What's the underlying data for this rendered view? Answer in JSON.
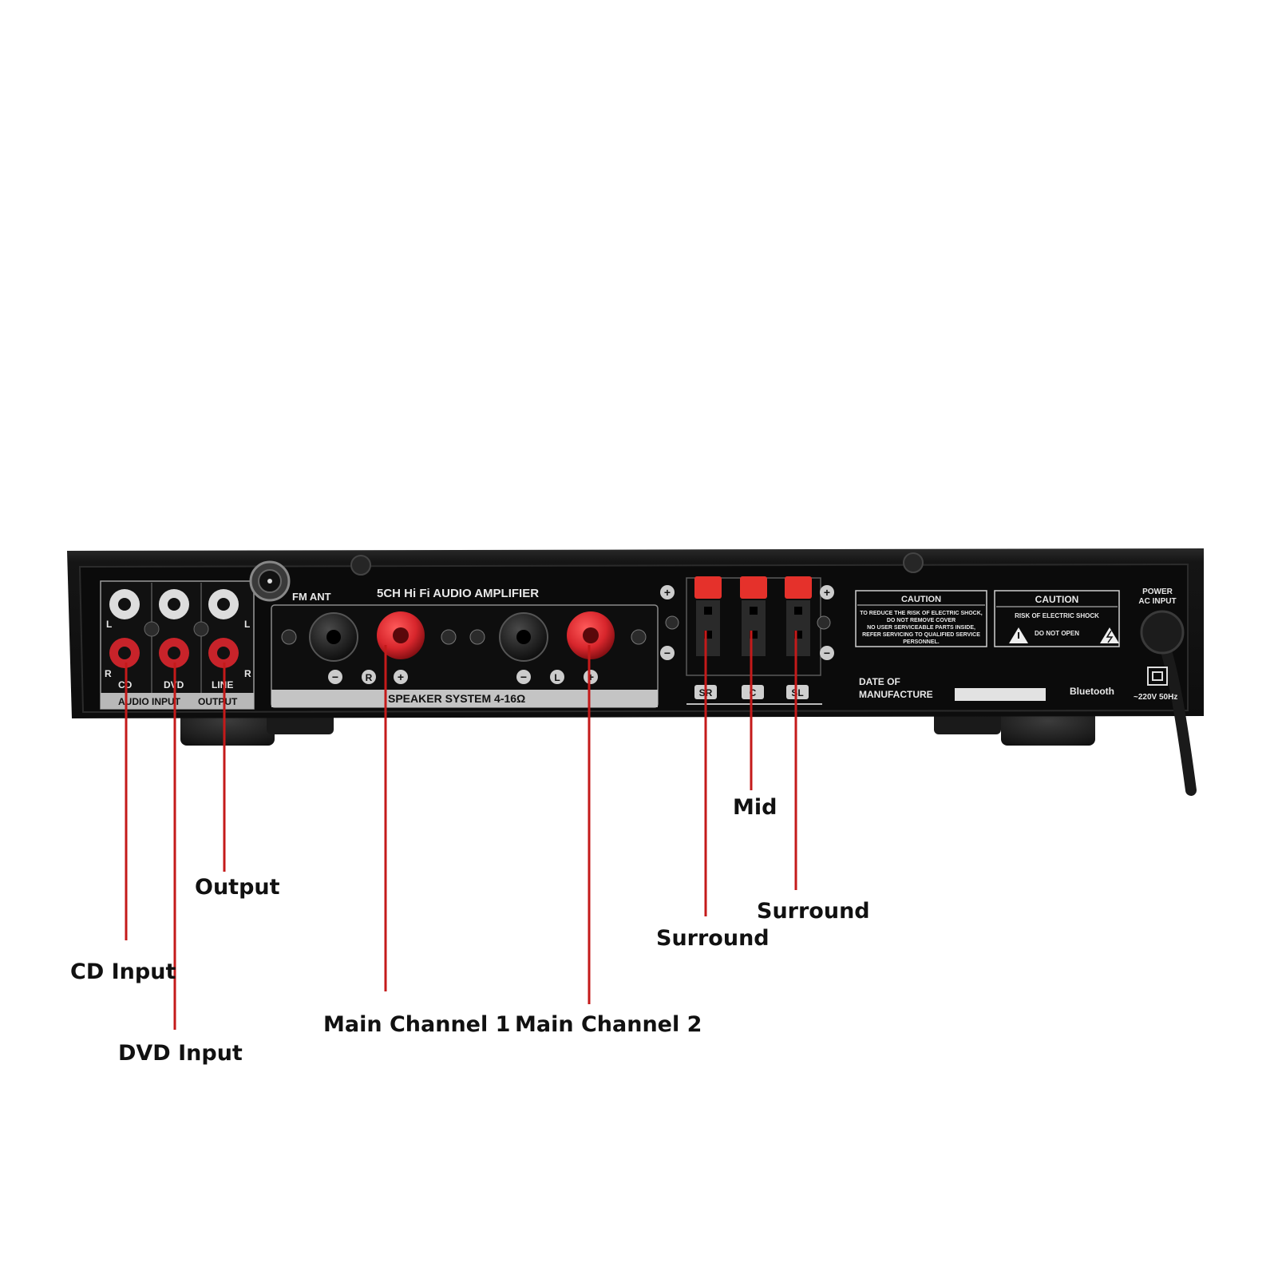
{
  "colors": {
    "chassis": "#161616",
    "panel": "#0b0b0b",
    "leader_line": "#c41a1a",
    "binding_post_red": "#d8262c",
    "spring_clip_red": "#e5312b"
  },
  "amplifier": {
    "model_label": "5CH Hi Fi AUDIO AMPLIFIER",
    "fm_antenna_label": "FM ANT",
    "rca_labels": {
      "left": "L",
      "right": "R",
      "cd": "CD",
      "dvd": "DVD",
      "line": "LINE",
      "audio_input": "AUDIO INPUT",
      "output": "OUTPUT"
    },
    "speaker_system_label": "SPEAKER SYSTEM 4-16Ω",
    "terminal_labels": {
      "minus": "−",
      "plus": "+",
      "right": "R",
      "left": "L"
    },
    "spring_terminal_labels": [
      "SR",
      "C",
      "SL"
    ],
    "caution_1": {
      "title": "CAUTION",
      "lines": [
        "TO REDUCE THE RISK OF ELECTRIC SHOCK,",
        "DO NOT REMOVE COVER",
        "NO USER SERVICEABLE PARTS INSIDE,",
        "REFER SERVICING TO QUALIFIED SERVICE",
        "PERSONNEL."
      ]
    },
    "caution_2": {
      "title": "CAUTION",
      "line1": "RISK OF ELECTRIC SHOCK",
      "line2": "DO NOT OPEN"
    },
    "date_of_manufacture": [
      "DATE OF",
      "MANUFACTURE"
    ],
    "bluetooth_label": "Bluetooth",
    "power_label": [
      "POWER",
      "AC INPUT"
    ],
    "voltage_label": "~220V 50Hz"
  },
  "callouts": {
    "cd_input": "CD Input",
    "dvd_input": "DVD Input",
    "output": "Output",
    "main_channel_1": "Main Channel 1",
    "main_channel_2": "Main Channel 2",
    "surround_right": "Surround",
    "mid": "Mid",
    "surround_left": "Surround"
  }
}
